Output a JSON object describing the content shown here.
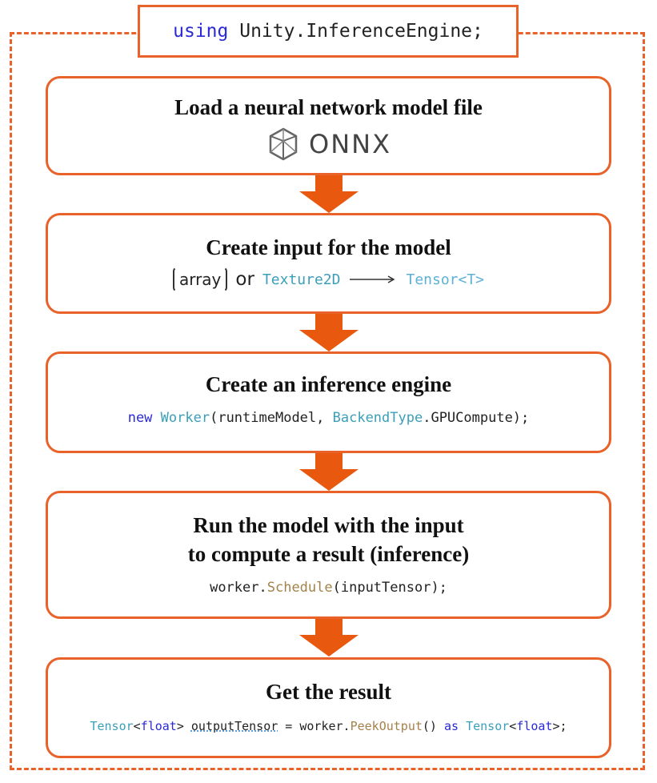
{
  "header": {
    "keyword": "using",
    "namespace": "Unity.InferenceEngine;"
  },
  "steps": [
    {
      "title": "Load a neural network model file",
      "logo_text": "ONNX"
    },
    {
      "title": "Create input for the model",
      "array_label": "array",
      "or_label": "or",
      "texture_label": "Texture2D",
      "tensor_label": "Tensor<T>"
    },
    {
      "title": "Create an inference engine",
      "code": {
        "kw": "new",
        "type1": "Worker",
        "text1": "(runtimeModel, ",
        "type2": "BackendType",
        "text2": ".GPUCompute);"
      }
    },
    {
      "title_line1": "Run the model with the input",
      "title_line2": "to compute a result (inference)",
      "code": {
        "text1": "worker.",
        "method": "Schedule",
        "text2": "(inputTensor);"
      }
    },
    {
      "title": "Get the result",
      "code": {
        "type1": "Tensor",
        "text1": "<",
        "kw1": "float",
        "text2": "> ",
        "var": "outputTensor",
        "text3": " = worker.",
        "method": "PeekOutput",
        "text4": "() ",
        "kw2": "as",
        "text5": " ",
        "type2": "Tensor",
        "text6": "<",
        "kw3": "float",
        "text7": ">;"
      }
    }
  ],
  "colors": {
    "accent": "#e8622a",
    "keyword": "#2a2ad6",
    "type": "#3a9fb8",
    "method": "#a3824a"
  },
  "icons": [
    "onnx-logo-icon",
    "arrow-right-icon",
    "down-arrow-icon"
  ]
}
